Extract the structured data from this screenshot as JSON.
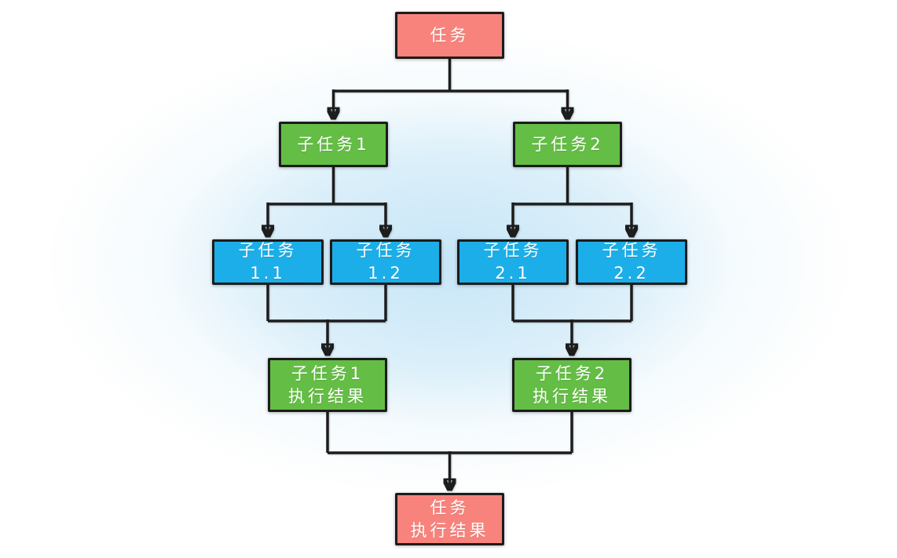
{
  "diagram": {
    "type": "flowchart",
    "direction": "top-down",
    "description": "Task decomposition into subtasks and aggregation of execution results",
    "colors": {
      "task_node": "#f8837c",
      "subtask_node": "#64bd45",
      "leaf_node": "#1caee8",
      "node_border": "#1c1c1c",
      "connector": "#1d1d1d",
      "node_text": "#ffffff",
      "background_glow": "#cbe8f6",
      "background": "#ffffff"
    },
    "nodes": {
      "task": {
        "line1": "任务"
      },
      "subtask1": {
        "line1": "子任务1"
      },
      "subtask2": {
        "line1": "子任务2"
      },
      "subtask11": {
        "line1": "子任务",
        "line2": "1.1"
      },
      "subtask12": {
        "line1": "子任务",
        "line2": "1.2"
      },
      "subtask21": {
        "line1": "子任务",
        "line2": "2.1"
      },
      "subtask22": {
        "line1": "子任务",
        "line2": "2.2"
      },
      "result1": {
        "line1": "子任务1",
        "line2": "执行结果"
      },
      "result2": {
        "line1": "子任务2",
        "line2": "执行结果"
      },
      "result": {
        "line1": "任务",
        "line2": "执行结果"
      }
    },
    "edges": [
      {
        "from": "task",
        "to": "subtask1"
      },
      {
        "from": "task",
        "to": "subtask2"
      },
      {
        "from": "subtask1",
        "to": "subtask11"
      },
      {
        "from": "subtask1",
        "to": "subtask12"
      },
      {
        "from": "subtask2",
        "to": "subtask21"
      },
      {
        "from": "subtask2",
        "to": "subtask22"
      },
      {
        "from": "subtask11",
        "to": "result1"
      },
      {
        "from": "subtask12",
        "to": "result1"
      },
      {
        "from": "subtask21",
        "to": "result2"
      },
      {
        "from": "subtask22",
        "to": "result2"
      },
      {
        "from": "result1",
        "to": "result"
      },
      {
        "from": "result2",
        "to": "result"
      }
    ]
  }
}
